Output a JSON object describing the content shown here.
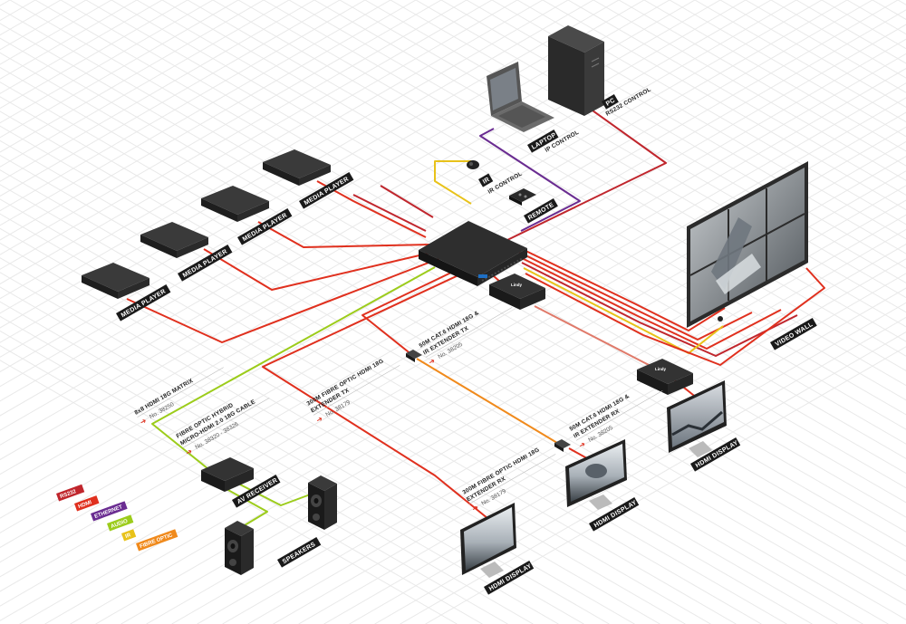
{
  "colors": {
    "rs232": "#c0262d",
    "hdmi": "#e0301e",
    "ethernet": "#6a2c91",
    "audio": "#9ccc1b",
    "ir": "#e8c21a",
    "fibre_optic": "#f08a1c",
    "device_dark": "#333333",
    "tag_bg": "#1a1a1a"
  },
  "legend": [
    {
      "key": "rs232",
      "label": "RS232"
    },
    {
      "key": "hdmi",
      "label": "HDMI"
    },
    {
      "key": "ethernet",
      "label": "ETHERNET"
    },
    {
      "key": "audio",
      "label": "AUDIO"
    },
    {
      "key": "ir",
      "label": "IR"
    },
    {
      "key": "fibre_optic",
      "label": "FIBRE OPTIC"
    }
  ],
  "devices": {
    "media_player_1": "MEDIA PLAYER",
    "media_player_2": "MEDIA PLAYER",
    "media_player_3": "MEDIA PLAYER",
    "media_player_4": "MEDIA PLAYER",
    "pc": "PC",
    "pc_sub": "RS232 CONTROL",
    "laptop": "LAPTOP",
    "laptop_sub": "IP CONTROL",
    "ir": "IR",
    "ir_sub": "IR CONTROL",
    "remote": "REMOTE",
    "video_wall": "VIDEO WALL",
    "av_receiver": "AV RECEIVER",
    "speakers": "SPEAKERS",
    "hdmi_display_1": "HDMI DISPLAY",
    "hdmi_display_2": "HDMI DISPLAY",
    "hdmi_display_3": "HDMI DISPLAY",
    "extender_logo": "Lindy"
  },
  "notes": {
    "matrix": {
      "title": "8x8 HDMI 18G MATRIX",
      "no": "No. 38250"
    },
    "fibre_hybrid": {
      "title_1": "FIBRE OPTIC HYBRID",
      "title_2": "MICRO-HDMI 2.0 18G CABLE",
      "no": "No. 38320 - 38326"
    },
    "fibre_tx": {
      "title_1": "300M FIBRE OPTIC HDMI 18G",
      "title_2": "EXTENDER TX",
      "no": "No. 38179"
    },
    "cat6_tx": {
      "title_1": "50M CAT.6 HDMI 18G &",
      "title_2": "IR EXTENDER TX",
      "no": "No. 38205"
    },
    "fibre_rx": {
      "title_1": "300M FIBRE OPTIC HDMI 18G",
      "title_2": "EXTENDER RX",
      "no": "No. 38179"
    },
    "cat6_rx": {
      "title_1": "50M CAT.6 HDMI 18G &",
      "title_2": "IR EXTENDER RX",
      "no": "No. 38205"
    }
  }
}
